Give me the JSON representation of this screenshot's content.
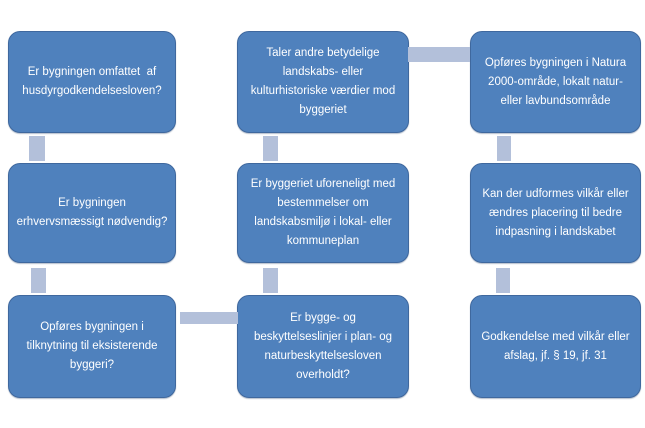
{
  "colors": {
    "background": "#ffffff",
    "node_fill": "#4f81bd",
    "node_border": "#3f689e",
    "node_text": "#ffffff",
    "connector_fill": "#b3c0da"
  },
  "diagram_type": "flowchart",
  "boxes": [
    {
      "id": "husdyrgodkendelsesloven",
      "lines": [
        "Er bygningen omfattet  af",
        "husdyrgodkendelsesloven?"
      ]
    },
    {
      "id": "erhvervsmaessigt-noedvendig",
      "lines": [
        "Er bygningen",
        "erhvervsmæssigt nødvendig?"
      ]
    },
    {
      "id": "tilknytning-eksisterende-byggeri",
      "lines": [
        "Opføres bygningen i",
        "tilknytning til eksisterende",
        "byggeri?"
      ]
    },
    {
      "id": "landskabs-kulturhistoriske-vaerdier",
      "lines": [
        "Taler andre betydelige",
        "landskabs- eller",
        "kulturhistoriske værdier mod",
        "byggeriet"
      ]
    },
    {
      "id": "uforeneligt-lokal-kommuneplan",
      "lines": [
        "Er byggeriet uforeneligt med",
        "bestemmelser om",
        "landskabsmiljø i lokal- eller",
        "kommuneplan"
      ]
    },
    {
      "id": "bygge-beskyttelseslinjer",
      "lines": [
        "Er bygge- og",
        "beskyttelseslinjer i plan- og",
        "naturbeskyttelsesloven",
        "overholdt?"
      ]
    },
    {
      "id": "natura-2000-omraade",
      "lines": [
        "Opføres bygningen i Natura",
        "2000-område, lokalt natur-",
        "eller lavbundsområde"
      ]
    },
    {
      "id": "vilkaar-aendret-placering",
      "lines": [
        "Kan der udformes vilkår eller",
        "ændres placering til bedre",
        "indpasning i landskabet"
      ]
    },
    {
      "id": "godkendelse-afslag",
      "lines": [
        "Godkendelse med vilkår eller",
        "afslag, jf. § 19, jf. 31"
      ]
    }
  ],
  "connectors": [
    {
      "between": [
        "husdyrgodkendelsesloven",
        "erhvervsmaessigt-noedvendig"
      ],
      "orientation": "vertical"
    },
    {
      "between": [
        "erhvervsmaessigt-noedvendig",
        "tilknytning-eksisterende-byggeri"
      ],
      "orientation": "vertical"
    },
    {
      "between": [
        "landskabs-kulturhistoriske-vaerdier",
        "uforeneligt-lokal-kommuneplan"
      ],
      "orientation": "vertical"
    },
    {
      "between": [
        "uforeneligt-lokal-kommuneplan",
        "bygge-beskyttelseslinjer"
      ],
      "orientation": "vertical"
    },
    {
      "between": [
        "natura-2000-omraade",
        "vilkaar-aendret-placering"
      ],
      "orientation": "vertical"
    },
    {
      "between": [
        "vilkaar-aendret-placering",
        "godkendelse-afslag"
      ],
      "orientation": "vertical"
    },
    {
      "between": [
        "tilknytning-eksisterende-byggeri",
        "bygge-beskyttelseslinjer"
      ],
      "orientation": "horizontal"
    },
    {
      "between": [
        "landskabs-kulturhistoriske-vaerdier",
        "natura-2000-omraade"
      ],
      "orientation": "horizontal"
    }
  ]
}
